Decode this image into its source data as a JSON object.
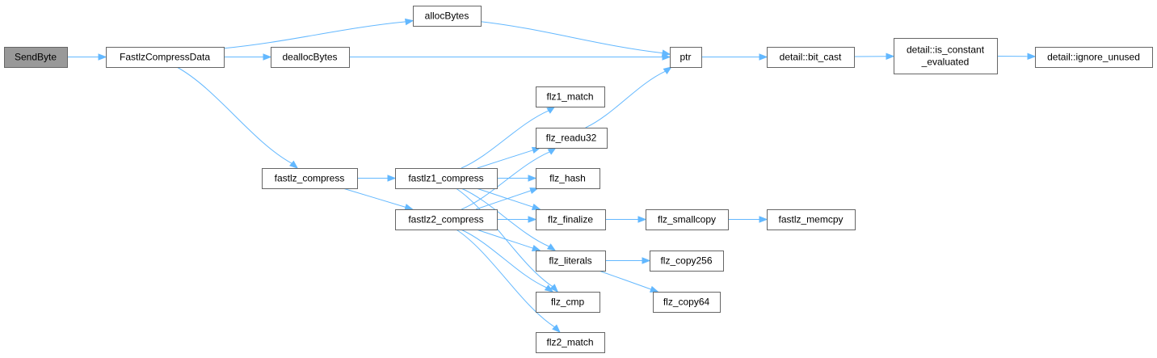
{
  "colors": {
    "edge": "#63b8ff",
    "node_border": "#666666",
    "node_fill": "#ffffff",
    "root_fill": "#999999"
  },
  "nodes": [
    {
      "id": "sendbyte",
      "lines": [
        "SendByte"
      ],
      "root": true
    },
    {
      "id": "fastlzcompressdata",
      "lines": [
        "FastlzCompressData"
      ]
    },
    {
      "id": "allocbytes",
      "lines": [
        "allocBytes"
      ]
    },
    {
      "id": "deallocbytes",
      "lines": [
        "deallocBytes"
      ]
    },
    {
      "id": "ptr",
      "lines": [
        "ptr"
      ]
    },
    {
      "id": "bit_cast",
      "lines": [
        "detail::bit_cast"
      ]
    },
    {
      "id": "is_constant_evaluated",
      "lines": [
        "detail::is_constant",
        "_evaluated"
      ]
    },
    {
      "id": "ignore_unused",
      "lines": [
        "detail::ignore_unused"
      ]
    },
    {
      "id": "fastlz_compress",
      "lines": [
        "fastlz_compress"
      ]
    },
    {
      "id": "fastlz1_compress",
      "lines": [
        "fastlz1_compress"
      ]
    },
    {
      "id": "fastlz2_compress",
      "lines": [
        "fastlz2_compress"
      ]
    },
    {
      "id": "flz1_match",
      "lines": [
        "flz1_match"
      ]
    },
    {
      "id": "flz_readu32",
      "lines": [
        "flz_readu32"
      ]
    },
    {
      "id": "flz_hash",
      "lines": [
        "flz_hash"
      ]
    },
    {
      "id": "flz_finalize",
      "lines": [
        "flz_finalize"
      ]
    },
    {
      "id": "flz_literals",
      "lines": [
        "flz_literals"
      ]
    },
    {
      "id": "flz_cmp",
      "lines": [
        "flz_cmp"
      ]
    },
    {
      "id": "flz2_match",
      "lines": [
        "flz2_match"
      ]
    },
    {
      "id": "flz_smallcopy",
      "lines": [
        "flz_smallcopy"
      ]
    },
    {
      "id": "fastlz_memcpy",
      "lines": [
        "fastlz_memcpy"
      ]
    },
    {
      "id": "flz_copy256",
      "lines": [
        "flz_copy256"
      ]
    },
    {
      "id": "flz_copy64",
      "lines": [
        "flz_copy64"
      ]
    }
  ],
  "edges": [
    {
      "from": "sendbyte",
      "to": "fastlzcompressdata"
    },
    {
      "from": "fastlzcompressdata",
      "to": "allocbytes"
    },
    {
      "from": "fastlzcompressdata",
      "to": "deallocbytes"
    },
    {
      "from": "fastlzcompressdata",
      "to": "fastlz_compress"
    },
    {
      "from": "allocbytes",
      "to": "ptr"
    },
    {
      "from": "deallocbytes",
      "to": "ptr"
    },
    {
      "from": "ptr",
      "to": "bit_cast"
    },
    {
      "from": "bit_cast",
      "to": "is_constant_evaluated"
    },
    {
      "from": "is_constant_evaluated",
      "to": "ignore_unused"
    },
    {
      "from": "fastlz_compress",
      "to": "fastlz1_compress"
    },
    {
      "from": "fastlz_compress",
      "to": "fastlz2_compress"
    },
    {
      "from": "fastlz1_compress",
      "to": "flz1_match"
    },
    {
      "from": "fastlz1_compress",
      "to": "flz_readu32"
    },
    {
      "from": "fastlz1_compress",
      "to": "flz_hash"
    },
    {
      "from": "fastlz1_compress",
      "to": "flz_finalize"
    },
    {
      "from": "fastlz1_compress",
      "to": "flz_literals"
    },
    {
      "from": "fastlz1_compress",
      "to": "flz_cmp"
    },
    {
      "from": "fastlz2_compress",
      "to": "flz_readu32"
    },
    {
      "from": "fastlz2_compress",
      "to": "flz_hash"
    },
    {
      "from": "fastlz2_compress",
      "to": "flz_finalize"
    },
    {
      "from": "fastlz2_compress",
      "to": "flz_literals"
    },
    {
      "from": "fastlz2_compress",
      "to": "flz_cmp"
    },
    {
      "from": "fastlz2_compress",
      "to": "flz2_match"
    },
    {
      "from": "flz_readu32",
      "to": "ptr"
    },
    {
      "from": "flz_finalize",
      "to": "flz_smallcopy"
    },
    {
      "from": "flz_smallcopy",
      "to": "fastlz_memcpy"
    },
    {
      "from": "flz_literals",
      "to": "flz_copy256"
    },
    {
      "from": "flz_literals",
      "to": "flz_copy64"
    }
  ]
}
